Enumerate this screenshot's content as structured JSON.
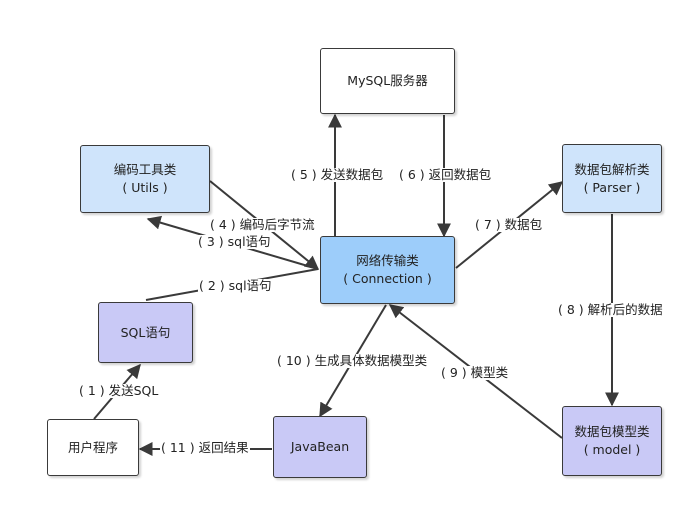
{
  "nodes": {
    "mysql": {
      "line1": "MySQL服务器",
      "line2": ""
    },
    "utils": {
      "line1": "编码工具类",
      "line2": "( Utils )"
    },
    "parser": {
      "line1": "数据包解析类",
      "line2": "( Parser )"
    },
    "connection": {
      "line1": "网络传输类",
      "line2": "( Connection )"
    },
    "sql": {
      "line1": "SQL语句",
      "line2": ""
    },
    "user": {
      "line1": "用户程序",
      "line2": ""
    },
    "javabean": {
      "line1": "JavaBean",
      "line2": ""
    },
    "model": {
      "line1": "数据包模型类",
      "line2": "( model )"
    }
  },
  "edges": {
    "e1": "( 1 ) 发送SQL",
    "e2": "( 2 ) sql语句",
    "e3": "( 3 ) sql语句",
    "e4": "( 4 ) 编码后字节流",
    "e5": "( 5 ) 发送数据包",
    "e6": "( 6 ) 返回数据包",
    "e7": "( 7 ) 数据包",
    "e8": "( 8 ) 解析后的数据",
    "e9": "( 9 ) 模型类",
    "e10": "( 10 ) 生成具体数据模型类",
    "e11": "( 11 ) 返回结果"
  },
  "colors": {
    "edge": "#3a3a3a",
    "white_node": "#ffffff",
    "light_blue_node": "#cfe4fb",
    "mid_blue_node": "#9dcdfa",
    "purple_node": "#c9c9f6"
  }
}
